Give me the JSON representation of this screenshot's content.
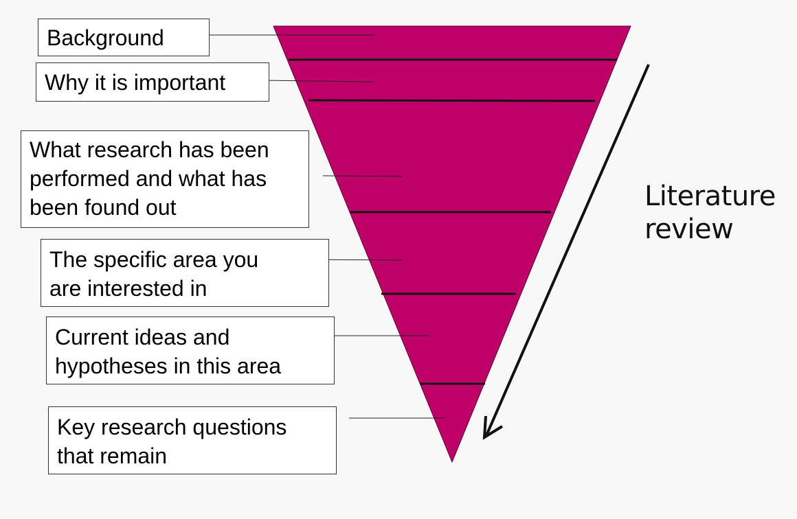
{
  "colors": {
    "funnel_fill": "#bf0068",
    "line": "#111111",
    "background": "#f8f8f8"
  },
  "stages": [
    {
      "id": "background",
      "label": "Background"
    },
    {
      "id": "why-important",
      "label": "Why it is important"
    },
    {
      "id": "research-performed",
      "label": "What research has been\nperformed and what has\nbeen found out"
    },
    {
      "id": "specific-area",
      "label": "The specific area you\nare interested in"
    },
    {
      "id": "current-ideas",
      "label": "Current ideas and\nhypotheses in this area"
    },
    {
      "id": "key-questions",
      "label": "Key research questions\nthat remain"
    }
  ],
  "side_label": "Literature\nreview"
}
